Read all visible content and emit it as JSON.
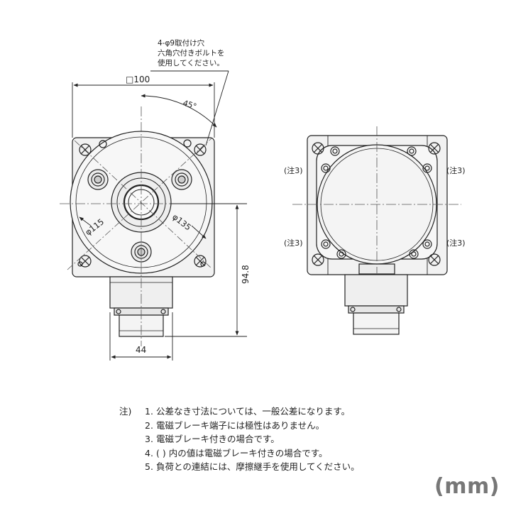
{
  "callout": {
    "line1": "4-φ9取付け穴",
    "line2": "六角穴付きボルトを",
    "line3": "使用してください。"
  },
  "dimensions": {
    "square": "□100",
    "angle": "45°",
    "dia_inner": "φ115",
    "dia_outer": "φ135",
    "height": "94.8",
    "width": "44"
  },
  "note_tag": "(注3)",
  "notes": {
    "prefix": "注)",
    "items": [
      {
        "num": "1.",
        "text": "公差なき寸法については、一般公差になります。"
      },
      {
        "num": "2.",
        "text": "電磁ブレーキ端子には極性はありません。"
      },
      {
        "num": "3.",
        "text": "電磁ブレーキ付きの場合です。"
      },
      {
        "num": "4.",
        "text": "(   ) 内の値は電磁ブレーキ付きの場合です。"
      },
      {
        "num": "5.",
        "text": "負荷との連結には、摩擦継手を使用してください。"
      }
    ]
  },
  "unit": "(mm)"
}
